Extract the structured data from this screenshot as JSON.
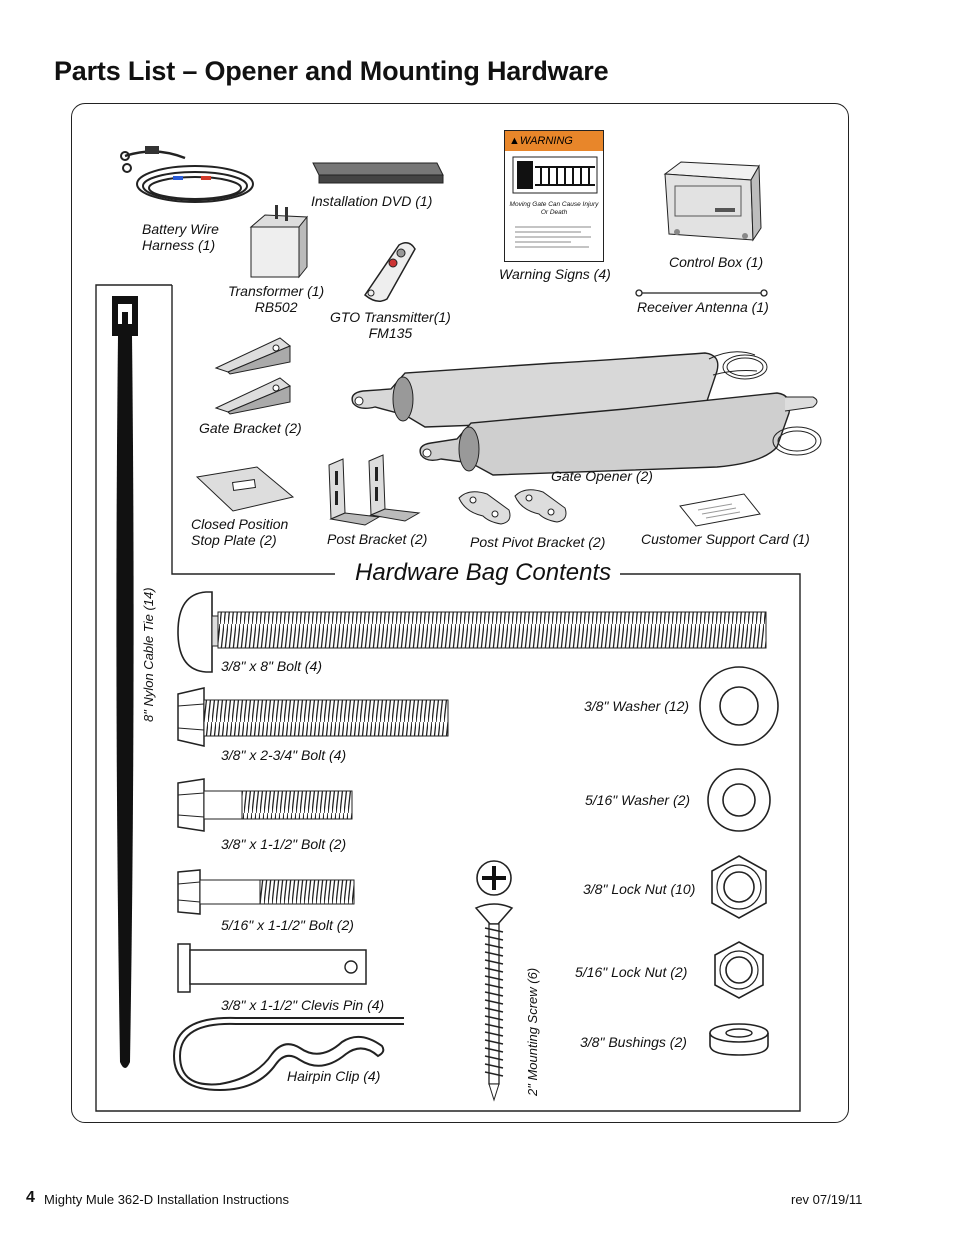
{
  "title": "Parts List – Opener and Mounting Hardware",
  "section_heading": "Hardware Bag Contents",
  "warning_sign": {
    "header": "WARNING",
    "caption": "Moving Gate Can Cause Injury Or Death"
  },
  "parts": {
    "battery_wire_harness": "Battery Wire\nHarness (1)",
    "installation_dvd": "Installation DVD (1)",
    "transformer": "Transformer (1)\nRB502",
    "gto_transmitter": "GTO Transmitter(1)\nFM135",
    "warning_signs": "Warning Signs (4)",
    "control_box": "Control Box (1)",
    "receiver_antenna": "Receiver Antenna (1)",
    "gate_bracket": "Gate Bracket (2)",
    "gate_opener": "Gate Opener (2)",
    "closed_position_stop_plate": "Closed Position\nStop Plate (2)",
    "post_bracket": "Post Bracket (2)",
    "post_pivot_bracket": "Post Pivot Bracket (2)",
    "customer_support_card": "Customer Support Card (1)",
    "nylon_cable_tie": "8\" Nylon Cable Tie (14)"
  },
  "hardware": {
    "bolt_8": "3/8\" x 8\" Bolt (4)",
    "bolt_2_3_4": "3/8\" x 2-3/4\" Bolt (4)",
    "bolt_1_1_2": "3/8\" x 1-1/2\" Bolt (2)",
    "bolt_5_16": "5/16\" x 1-1/2\" Bolt (2)",
    "clevis_pin": "3/8\" x 1-1/2\" Clevis Pin (4)",
    "hairpin_clip": "Hairpin Clip (4)",
    "mounting_screw": "2\" Mounting Screw (6)",
    "washer_3_8": "3/8\" Washer (12)",
    "washer_5_16": "5/16\" Washer (2)",
    "lock_nut_3_8": "3/8\" Lock Nut (10)",
    "lock_nut_5_16": "5/16\" Lock Nut (2)",
    "bushings_3_8": "3/8\" Bushings (2)"
  },
  "footer": {
    "page_number": "4",
    "doc_title": "Mighty Mule 362-D Installation Instructions",
    "revision": "rev 07/19/11"
  }
}
